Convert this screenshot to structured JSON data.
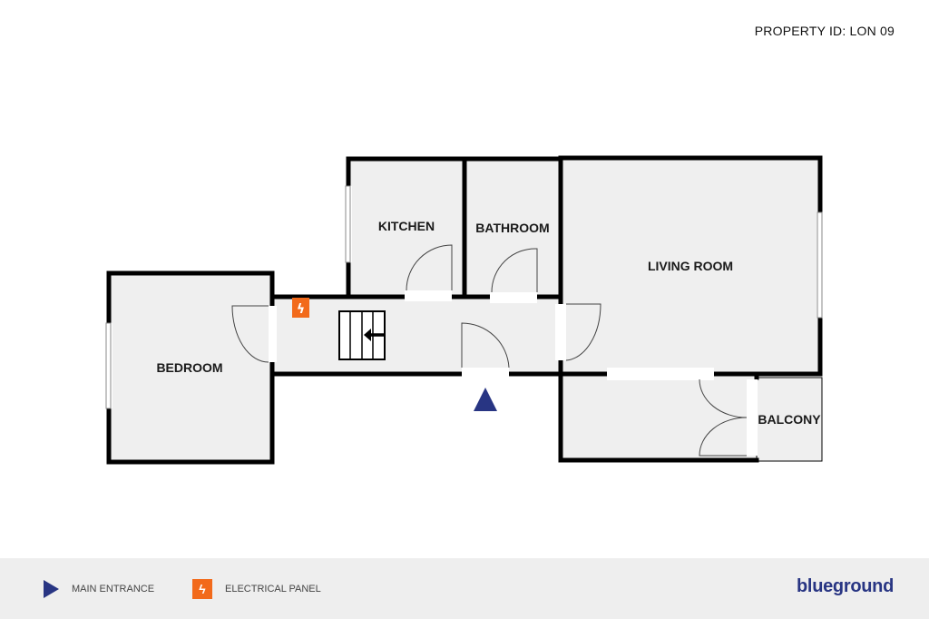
{
  "header": {
    "property_id": "PROPERTY ID: LON 09"
  },
  "rooms": {
    "kitchen": "KITCHEN",
    "bathroom": "BATHROOM",
    "living_room": "LIVING ROOM",
    "bedroom": "BEDROOM",
    "balcony": "BALCONY"
  },
  "legend": {
    "main_entrance": "MAIN ENTRANCE",
    "electrical_panel": "ELECTRICAL PANEL",
    "electrical_icon_glyph": "ϟ"
  },
  "brand": {
    "logo": "blueground"
  },
  "colors": {
    "entrance": "#283583",
    "electrical": "#f26a1b"
  }
}
